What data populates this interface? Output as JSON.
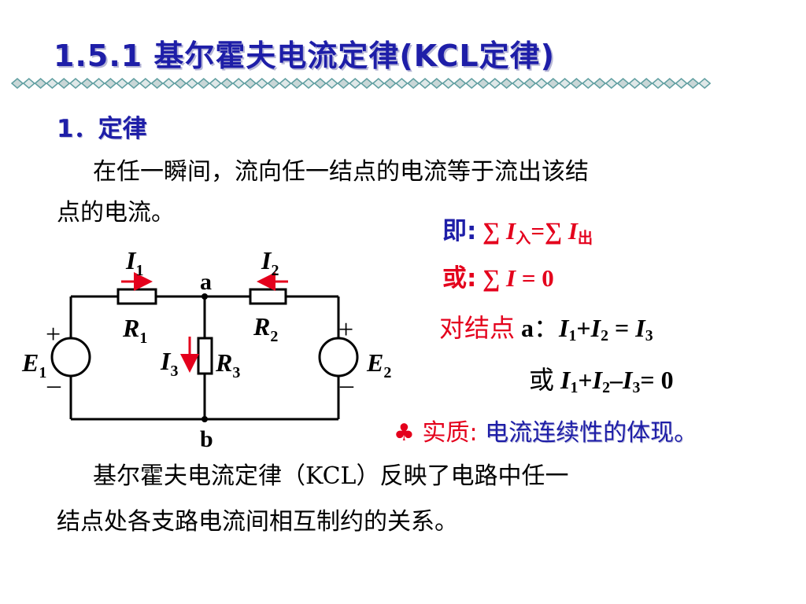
{
  "title": "1.5.1  基尔霍夫电流定律(KCL定律)",
  "section_heading": "1．定律",
  "law_text_line1": "在任一瞬间，流向任一结点的电流等于流出该结",
  "law_text_line2": "点的电流。",
  "eq1": {
    "prefix": "即:",
    "sum1": "∑",
    "var1": "I",
    "sub_in": "入",
    "equals": "=",
    "sum2": "∑",
    "var2": "I",
    "sub_out": "出"
  },
  "eq2": {
    "prefix": "或:",
    "sum": "∑",
    "var": "I",
    "rest": "= 0"
  },
  "eq3": {
    "prefix": "对结点",
    "node": "a",
    "colon": "：",
    "v1": "I",
    "s1": "1",
    "plus": "+",
    "v2": "I",
    "s2": "2",
    "eq": " = ",
    "v3": "I",
    "s3": "3"
  },
  "eq4": {
    "prefix": "或",
    "v1": "I",
    "s1": "1",
    "plus": "+",
    "v2": "I",
    "s2": "2",
    "minus": "–",
    "v3": "I",
    "s3": "3",
    "rest": "= 0"
  },
  "essence": {
    "bullet": "♣",
    "label": "实质:",
    "text": "电流连续性的体现。"
  },
  "summary_line1": "基尔霍夫电流定律（KCL）反映了电路中任一",
  "summary_line2": "结点处各支路电流间相互制约的关系。",
  "circuit": {
    "i1": "I",
    "i1_sub": "1",
    "i2": "I",
    "i2_sub": "2",
    "i3": "I",
    "i3_sub": "3",
    "r1": "R",
    "r1_sub": "1",
    "r2": "R",
    "r2_sub": "2",
    "r3": "R",
    "r3_sub": "3",
    "e1": "E",
    "e1_sub": "1",
    "e2": "E",
    "e2_sub": "2",
    "node_a": "a",
    "node_b": "b",
    "plus": "+",
    "minus": "–"
  },
  "colors": {
    "title_blue": "#1e1ea8",
    "arrow_red": "#e4001c",
    "divider_teal": "#5f9ea0"
  }
}
